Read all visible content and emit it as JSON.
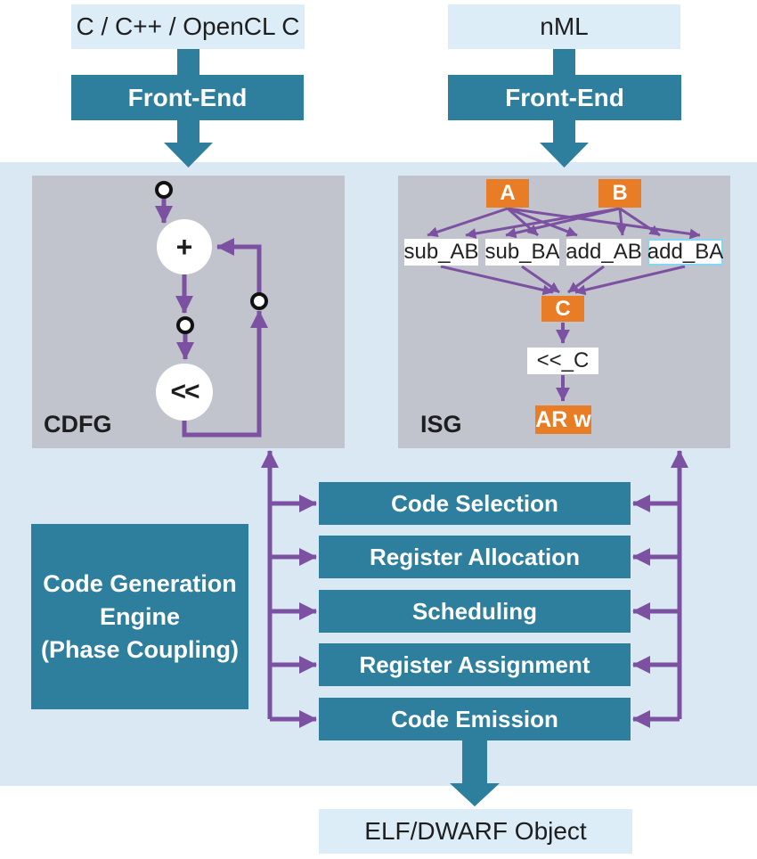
{
  "colors": {
    "teal": "#2e7f9e",
    "purple": "#7c51a1",
    "orange": "#e87d25",
    "panel_gray": "#c1c4cd",
    "light_blue_band": "#d9e8f3",
    "light_blue_box": "#dcedf7",
    "highlight_cyan": "#85d6f2"
  },
  "top": {
    "left_source": "C / C++ / OpenCL C",
    "left_frontend": "Front-End",
    "right_source": "nML",
    "right_frontend": "Front-End"
  },
  "cdfg": {
    "label": "CDFG",
    "plus_node": "+",
    "shift_node": "<<"
  },
  "isg": {
    "label": "ISG",
    "input_a": "A",
    "input_b": "B",
    "ops": [
      "sub_AB",
      "sub_BA",
      "add_AB",
      "add_BA"
    ],
    "result_c": "C",
    "shift_c": "<<_C",
    "writeback": "AR w"
  },
  "engine": {
    "lines": [
      "Code Generation",
      "Engine",
      "(Phase Coupling)"
    ]
  },
  "phases": [
    {
      "label": "Code Selection"
    },
    {
      "label": "Register Allocation"
    },
    {
      "label": "Scheduling"
    },
    {
      "label": "Register Assignment"
    },
    {
      "label": "Code Emission"
    }
  ],
  "output": {
    "label": "ELF/DWARF Object"
  }
}
